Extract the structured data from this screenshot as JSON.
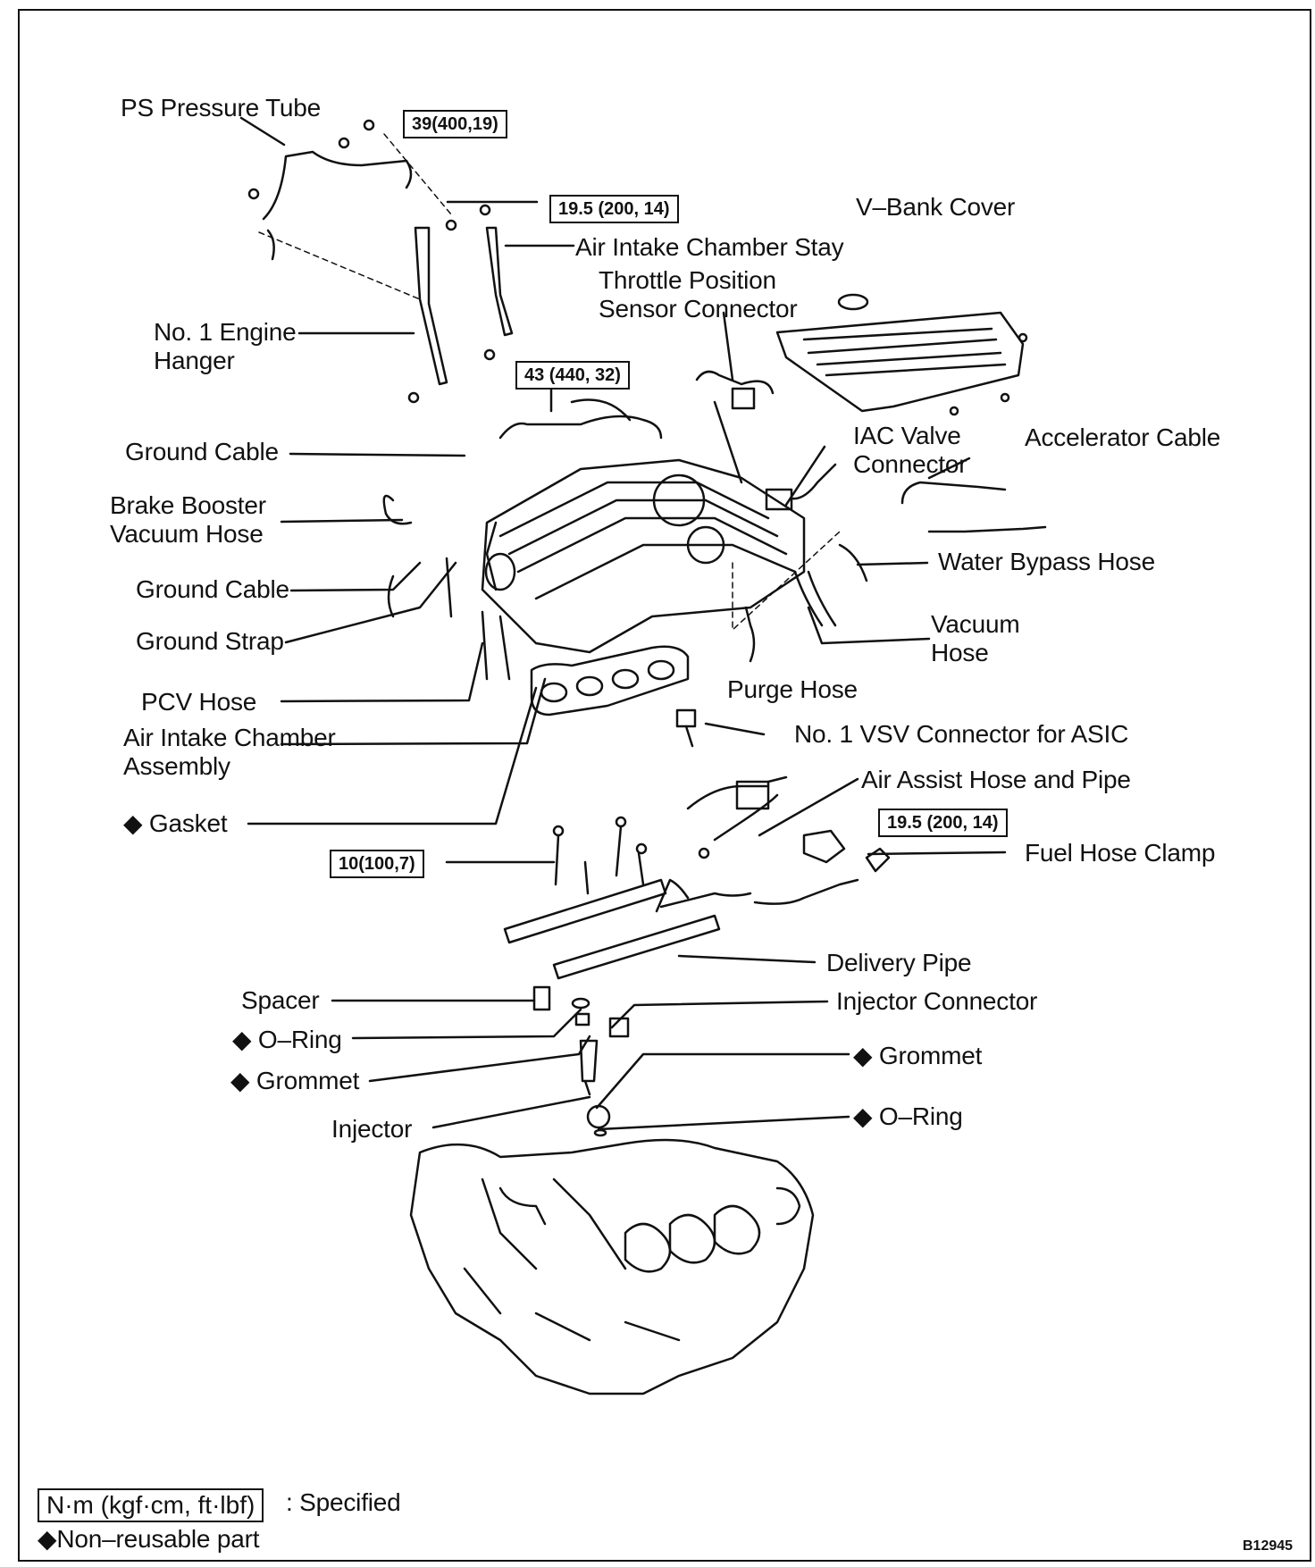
{
  "figure_code": "B12945",
  "labels": {
    "ps_pressure_tube": "PS Pressure Tube",
    "no1_engine_hanger": "No. 1 Engine\nHanger",
    "air_intake_chamber_stay": "Air Intake Chamber Stay",
    "throttle_position_sensor_connector": "Throttle Position\nSensor Connector",
    "v_bank_cover": "V–Bank Cover",
    "ground_cable_1": "Ground Cable",
    "brake_booster_vacuum_hose": "Brake Booster\nVacuum Hose",
    "iac_valve_connector": "IAC Valve\nConnector",
    "accelerator_cable": "Accelerator Cable",
    "water_bypass_hose": "Water Bypass Hose",
    "ground_cable_2": "Ground Cable",
    "ground_strap": "Ground Strap",
    "vacuum_hose": "Vacuum\nHose",
    "pcv_hose": "PCV Hose",
    "purge_hose": "Purge Hose",
    "air_intake_chamber_assembly": "Air Intake Chamber\nAssembly",
    "no1_vsv_connector": "No. 1 VSV Connector for ASIC",
    "gasket": "◆ Gasket",
    "air_assist_hose_and_pipe": "Air Assist Hose and Pipe",
    "fuel_hose_clamp": "Fuel Hose Clamp",
    "delivery_pipe": "Delivery Pipe",
    "spacer": "Spacer",
    "injector_connector": "Injector Connector",
    "o_ring_left": "◆ O–Ring",
    "grommet_left": "◆ Grommet",
    "grommet_right": "◆ Grommet",
    "injector": "Injector",
    "o_ring_right": "◆ O–Ring"
  },
  "torques": {
    "t1": "39(400,19)",
    "t2": "19.5 (200, 14)",
    "t3": "43 (440, 32)",
    "t4": "19.5 (200, 14)",
    "t5": "10(100,7)"
  },
  "legend": {
    "unit_box": "N·m (kgf·cm, ft·lbf)",
    "specified": ": Specified",
    "non_reusable": "◆Non–reusable part"
  }
}
